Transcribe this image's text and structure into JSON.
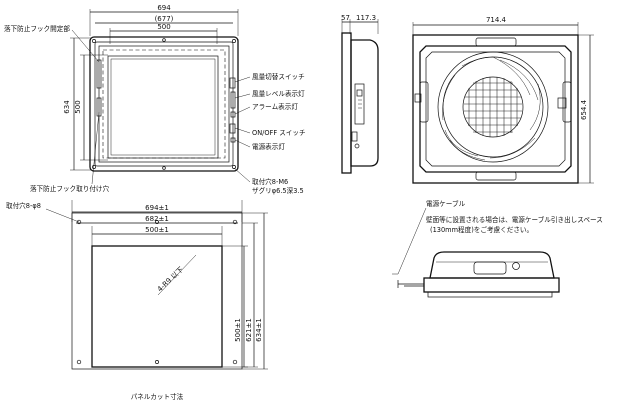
{
  "front_view": {
    "width_overall": "694",
    "width_inner": "(677)",
    "width_window": "500",
    "height_overall": "634",
    "height_window": "500",
    "labels": {
      "fall_hook_part": "落下防止フック開定部",
      "airflow_switch": "風量切替スイッチ",
      "level_indicator": "風量レベル表示灯",
      "alarm_indicator": "アラーム表示灯",
      "onoff_switch": "ON/OFF スイッチ",
      "power_indicator": "電源表示灯",
      "mount_holes": "取付穴8-M6",
      "counterbore": "ザグリφ6.5深3.5",
      "hook_hole": "落下防止フック取り付け穴"
    }
  },
  "side_view": {
    "dim_a": "57",
    "dim_b": "117.3"
  },
  "back_view": {
    "width": "714.4",
    "height": "654.4"
  },
  "cutout_view": {
    "hole_label": "取付穴8-φ8",
    "width_outer": "694±1",
    "width_mid": "682±1",
    "width_inner": "500±1",
    "height_inner": "500±1",
    "height_mid": "621±1",
    "height_outer": "634±1",
    "diagonal": "4-R9 以下",
    "caption": "パネルカット寸法"
  },
  "cable_view": {
    "title": "電源ケーブル",
    "note_line1": "壁面等に設置される場合は、電源ケーブル引き出しスペース",
    "note_line2": "(130mm程度)をご考慮ください。"
  }
}
